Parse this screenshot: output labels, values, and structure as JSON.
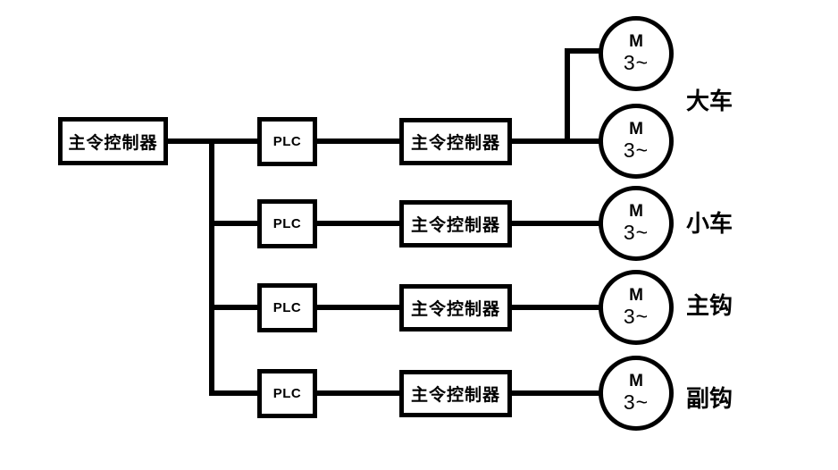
{
  "diagram": {
    "background_color": "#ffffff",
    "line_color": "#000000",
    "master_label": "主令控制器",
    "rows": [
      {
        "plc_label": "PLC",
        "controller_label": "主令控制器",
        "group_label": "大车",
        "motors": [
          {
            "line1": "M",
            "line2": "3~"
          },
          {
            "line1": "M",
            "line2": "3~"
          }
        ]
      },
      {
        "plc_label": "PLC",
        "controller_label": "主令控制器",
        "group_label": "小车",
        "motors": [
          {
            "line1": "M",
            "line2": "3~"
          }
        ]
      },
      {
        "plc_label": "PLC",
        "controller_label": "主令控制器",
        "group_label": "主钩",
        "motors": [
          {
            "line1": "M",
            "line2": "3~"
          }
        ]
      },
      {
        "plc_label": "PLC",
        "controller_label": "主令控制器",
        "group_label": "副钩",
        "motors": [
          {
            "line1": "M",
            "line2": "3~"
          }
        ]
      }
    ]
  }
}
